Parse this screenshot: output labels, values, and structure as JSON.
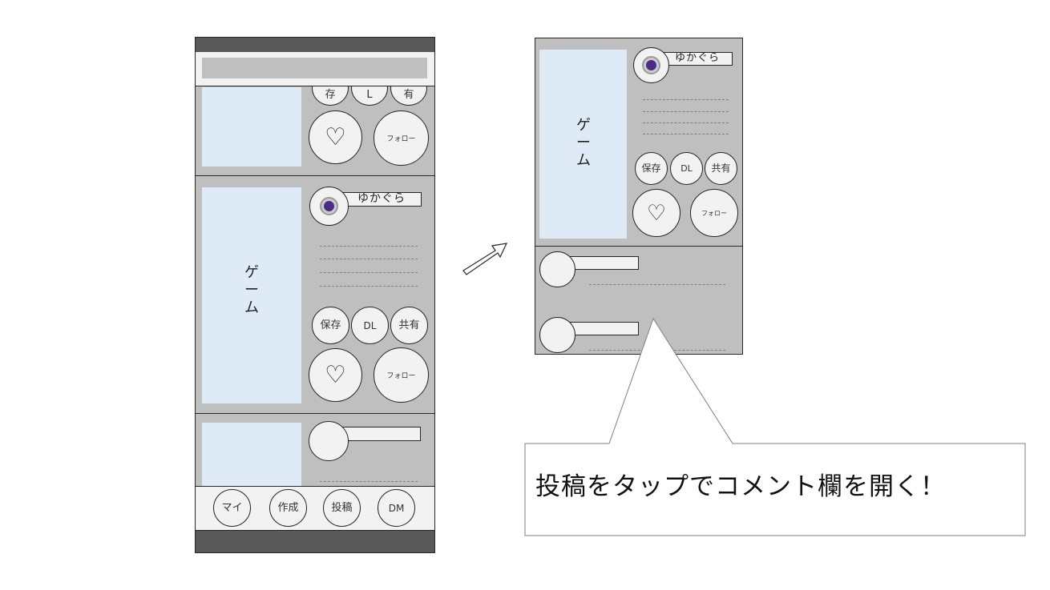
{
  "feed": {
    "username": "ゆかぐら",
    "post_image_label": "ゲーム",
    "actions": {
      "save": "保存",
      "download": "DL",
      "share": "共有",
      "follow": "フォロー"
    },
    "partial_actions": {
      "save": "存",
      "download": "L",
      "share": "有"
    }
  },
  "nav": {
    "my": "マイ",
    "create": "作成",
    "post": "投稿",
    "dm": "DM"
  },
  "callout": {
    "text": "投稿をタップでコメント欄を開く！"
  }
}
